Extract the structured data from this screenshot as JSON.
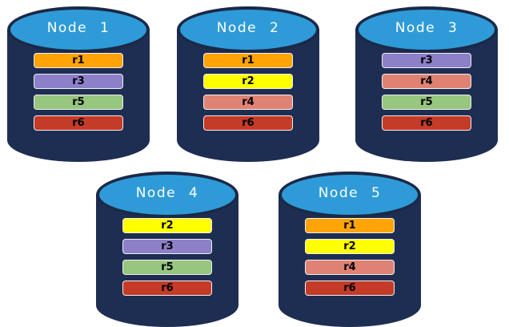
{
  "diagram": {
    "description": "Database cluster replica distribution diagram with five node cylinders",
    "background": "#FFFFFF",
    "colors": {
      "cylinder_body": "#1E2D52",
      "cylinder_top": "#2E9BD8",
      "cylinder_outline": "#1B2947",
      "title_text": "#FFFFFF",
      "bar_text": "#000000",
      "bar_border": "#EFEFEF"
    },
    "replica_colors": {
      "r1": "#FFA407",
      "r2": "#FFFF00",
      "r3": "#8C80C9",
      "r4": "#E08273",
      "r5": "#97C67F",
      "r6": "#C43B27"
    },
    "nodes": [
      {
        "title": "Node 1",
        "replicas": [
          "r1",
          "r3",
          "r5",
          "r6"
        ]
      },
      {
        "title": "Node 2",
        "replicas": [
          "r1",
          "r2",
          "r4",
          "r6"
        ]
      },
      {
        "title": "Node 3",
        "replicas": [
          "r3",
          "r4",
          "r5",
          "r6"
        ]
      },
      {
        "title": "Node 4",
        "replicas": [
          "r2",
          "r3",
          "r5",
          "r6"
        ]
      },
      {
        "title": "Node 5",
        "replicas": [
          "r1",
          "r2",
          "r4",
          "r6"
        ]
      }
    ]
  }
}
